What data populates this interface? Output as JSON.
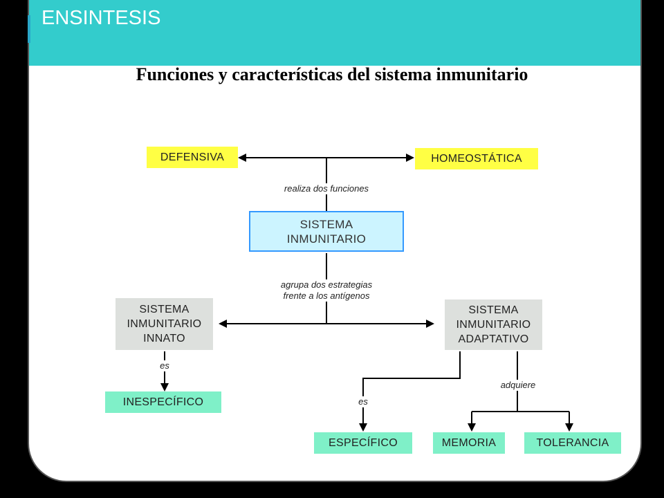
{
  "header": {
    "title": "ENSINTESIS"
  },
  "diagram": {
    "title": "Funciones y características del sistema inmunitario",
    "nodes": {
      "defensiva": "DEFENSIVA",
      "homeostatica": "HOMEOSTÁTICA",
      "sistema_inmunitario": "SISTEMA\nINMUNITARIO",
      "innato": "SISTEMA\nINMUNITARIO\nINNATO",
      "adaptativo": "SISTEMA\nINMUNITARIO\nADAPTATIVO",
      "inespecifico": "INESPECÍFICO",
      "especifico": "ESPECÍFICO",
      "memoria": "MEMORIA",
      "tolerancia": "TOLERANCIA"
    },
    "edges": {
      "realiza": "realiza dos funciones",
      "agrupa": "agrupa dos estrategias\nfrente a los antígenos",
      "es_innato": "es",
      "es_adaptativo": "es",
      "adquiere": "adquiere"
    },
    "colors": {
      "header": "#33cccc",
      "function_box": "#ffff44",
      "system_box": "#ccf4ff",
      "system_border": "#3399ff",
      "strategy_box": "#dde0dd",
      "property_box": "#7ff0c8"
    }
  }
}
